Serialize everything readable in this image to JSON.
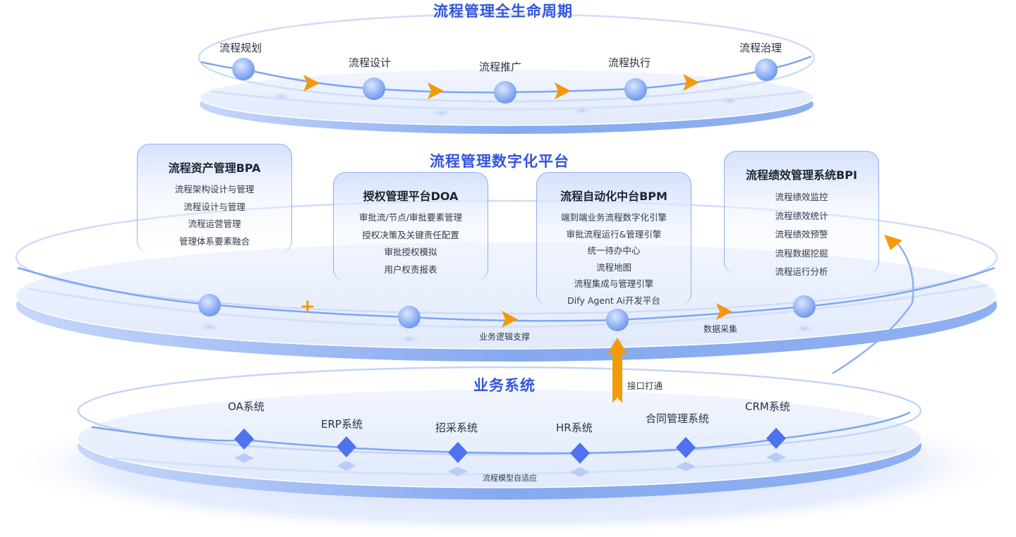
{
  "lifecycle": {
    "title": "流程管理全生命周期",
    "stages": [
      {
        "label": "流程规划"
      },
      {
        "label": "流程设计"
      },
      {
        "label": "流程推广"
      },
      {
        "label": "流程执行"
      },
      {
        "label": "流程治理"
      }
    ]
  },
  "platform": {
    "title": "流程管理数字化平台",
    "cards": [
      {
        "title": "流程资产管理BPA",
        "items": [
          "流程架构设计与管理",
          "流程设计与管理",
          "流程运营管理",
          "管理体系要素融合"
        ]
      },
      {
        "title": "授权管理平台DOA",
        "items": [
          "审批流/节点/审批要素管理",
          "授权决策及关键责任配置",
          "审批授权模拟",
          "用户权责报表"
        ]
      },
      {
        "title": "流程自动化中台BPM",
        "items": [
          "端到端业务流程数字化引擎",
          "审批流程运行&管理引擎",
          "统一待办中心",
          "流程地图",
          "流程集成与管理引擎",
          "Dify Agent Ai开发平台"
        ]
      },
      {
        "title": "流程绩效管理系统BPI",
        "items": [
          "流程绩效监控",
          "流程绩效统计",
          "流程绩效预警",
          "流程数据挖掘",
          "流程运行分析"
        ]
      }
    ],
    "flow_labels": {
      "business_logic": "业务逻辑支撑",
      "data_collection": "数据采集"
    },
    "plus_symbol": "+"
  },
  "business": {
    "title": "业务系统",
    "interface_label": "接口打通",
    "adaptive_label": "流程模型自适应",
    "systems": [
      {
        "label": "OA系统"
      },
      {
        "label": "ERP系统"
      },
      {
        "label": "招采系统"
      },
      {
        "label": "HR系统"
      },
      {
        "label": "合同管理系统"
      },
      {
        "label": "CRM系统"
      }
    ]
  },
  "colors": {
    "title_blue": "#3355dd",
    "accent_orange": "#f39a0b",
    "line_blue": "#7ea6f2",
    "diamond_blue": "#4f72ef",
    "disc_light": "#e6eefd",
    "disc_edge": "#8fb0f0"
  }
}
